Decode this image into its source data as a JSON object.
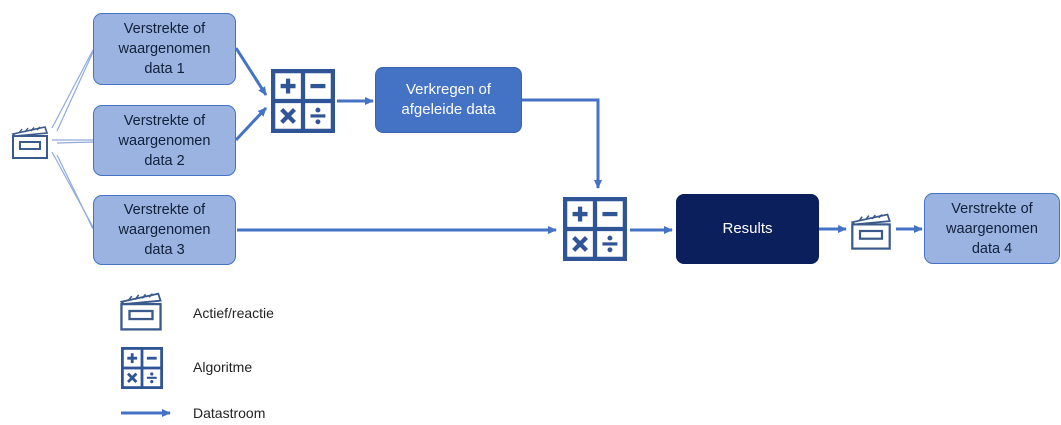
{
  "inputs": [
    {
      "label": "Verstrekte of\nwaargenomen\ndata 1"
    },
    {
      "label": "Verstrekte of\nwaargenomen\ndata 2"
    },
    {
      "label": "Verstrekte of\nwaargenomen\ndata 3"
    }
  ],
  "derived": {
    "label": "Verkregen of\nafgeleide data"
  },
  "results": {
    "label": "Results"
  },
  "output": {
    "label": "Verstrekte of\nwaargenomen\ndata 4"
  },
  "legend": {
    "action_label": "Actief/reactie",
    "algorithm_label": "Algoritme",
    "flow_label": "Datastroom"
  },
  "colors": {
    "light_box": "#9bb3e0",
    "mid_box": "#4472c4",
    "dark_box": "#0a1f5c",
    "arrow": "#4472c4",
    "icon": "#2f5597"
  }
}
